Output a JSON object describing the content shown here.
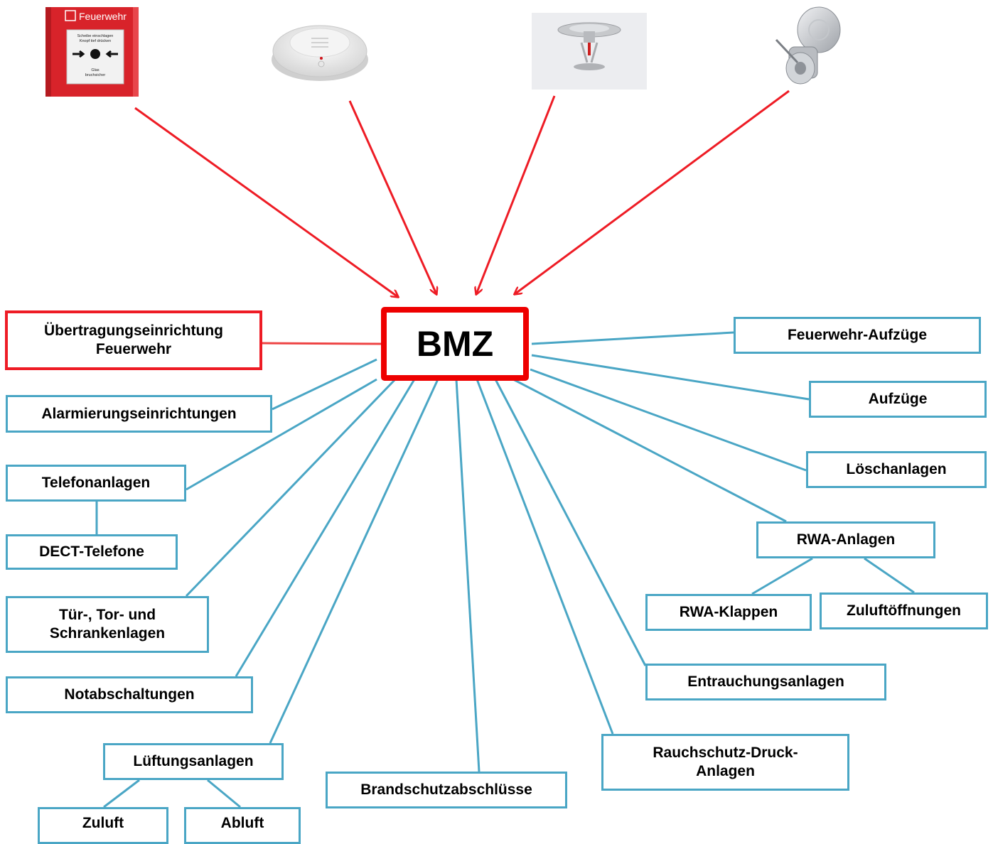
{
  "center": {
    "label": "BMZ"
  },
  "devices": [
    {
      "name": "manual-call-point",
      "text": "Feuerwehr",
      "sub1": "Scheibe einschlagen",
      "sub2": "Knopf tief drücken",
      "sub3": "Glas",
      "sub4": "bruchsicher"
    },
    {
      "name": "smoke-detector"
    },
    {
      "name": "sprinkler-head"
    },
    {
      "name": "fire-brigade-key-tube"
    }
  ],
  "boxes": {
    "uebertragung": "Übertragungseinrichtung Feuerwehr",
    "alarmierung": "Alarmierungseinrichtungen",
    "telefon": "Telefonanlagen",
    "dect": "DECT-Telefone",
    "tuer": "Tür-, Tor- und Schrankenlagen",
    "notabschaltung": "Notabschaltungen",
    "lueftung": "Lüftungsanlagen",
    "zuluft": "Zuluft",
    "abluft": "Abluft",
    "brandschutz": "Brandschutzabschlüsse",
    "rauchschutz": "Rauchschutz-Druck-Anlagen",
    "entrauchung": "Entrauchungsanlagen",
    "rwa": "RWA-Anlagen",
    "rwa_klappen": "RWA-Klappen",
    "zuluftoeffnungen": "Zuluftöffnungen",
    "loesch": "Löschanlagen",
    "aufzuege": "Aufzüge",
    "fw_aufzuege": "Feuerwehr-Aufzüge"
  },
  "colors": {
    "arrow": "#ee1c25",
    "box_border": "#4aa6c5",
    "connector": "#4aa6c5",
    "alarm_box": "#ee1c25",
    "center_border": "#ee0000"
  }
}
